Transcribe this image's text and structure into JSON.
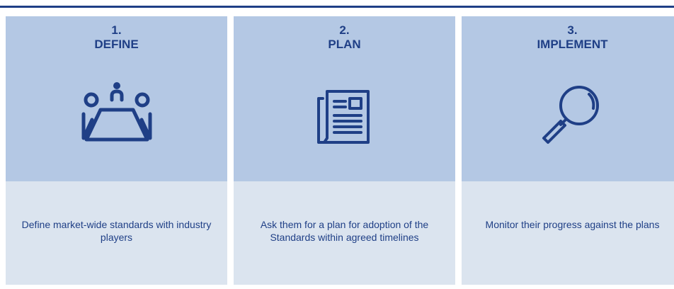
{
  "steps": [
    {
      "number": "1.",
      "title": "DEFINE",
      "icon": "meeting-table-icon",
      "description": "Define market-wide standards with industry players"
    },
    {
      "number": "2.",
      "title": "PLAN",
      "icon": "document-icon",
      "description": "Ask them for a plan for adoption of the Standards within agreed timelines"
    },
    {
      "number": "3.",
      "title": "IMPLEMENT",
      "icon": "magnifier-icon",
      "description": "Monitor their progress against the plans"
    }
  ],
  "colors": {
    "rule": "#1f3f86",
    "text": "#1f3f86",
    "card_top": "#b4c8e4",
    "card_bottom": "#dbe4ef"
  }
}
